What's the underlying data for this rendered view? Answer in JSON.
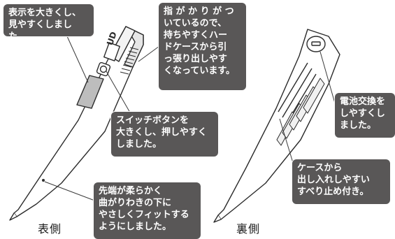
{
  "callouts": {
    "display": "表示を大きくし、\n見やすくしました。",
    "grip": "指 が か り が つ\nいているので、\n持ちやすくハー\nドケースから引\nっ張り出しやす\nくなっています。",
    "button": "スイッチボタンを\n大きくし、押しやすく\nしました。",
    "tip": "先端が柔らかく\n曲がりわきの下に\nやさしくフィットする\nようにしました。",
    "battery": "電池交換を\nしやすくし\nました。",
    "case": "ケースから\n出し入れしやすい\nすべり止め付き。"
  },
  "labels": {
    "front": "表側",
    "back": "裏側",
    "logo": "UD"
  }
}
